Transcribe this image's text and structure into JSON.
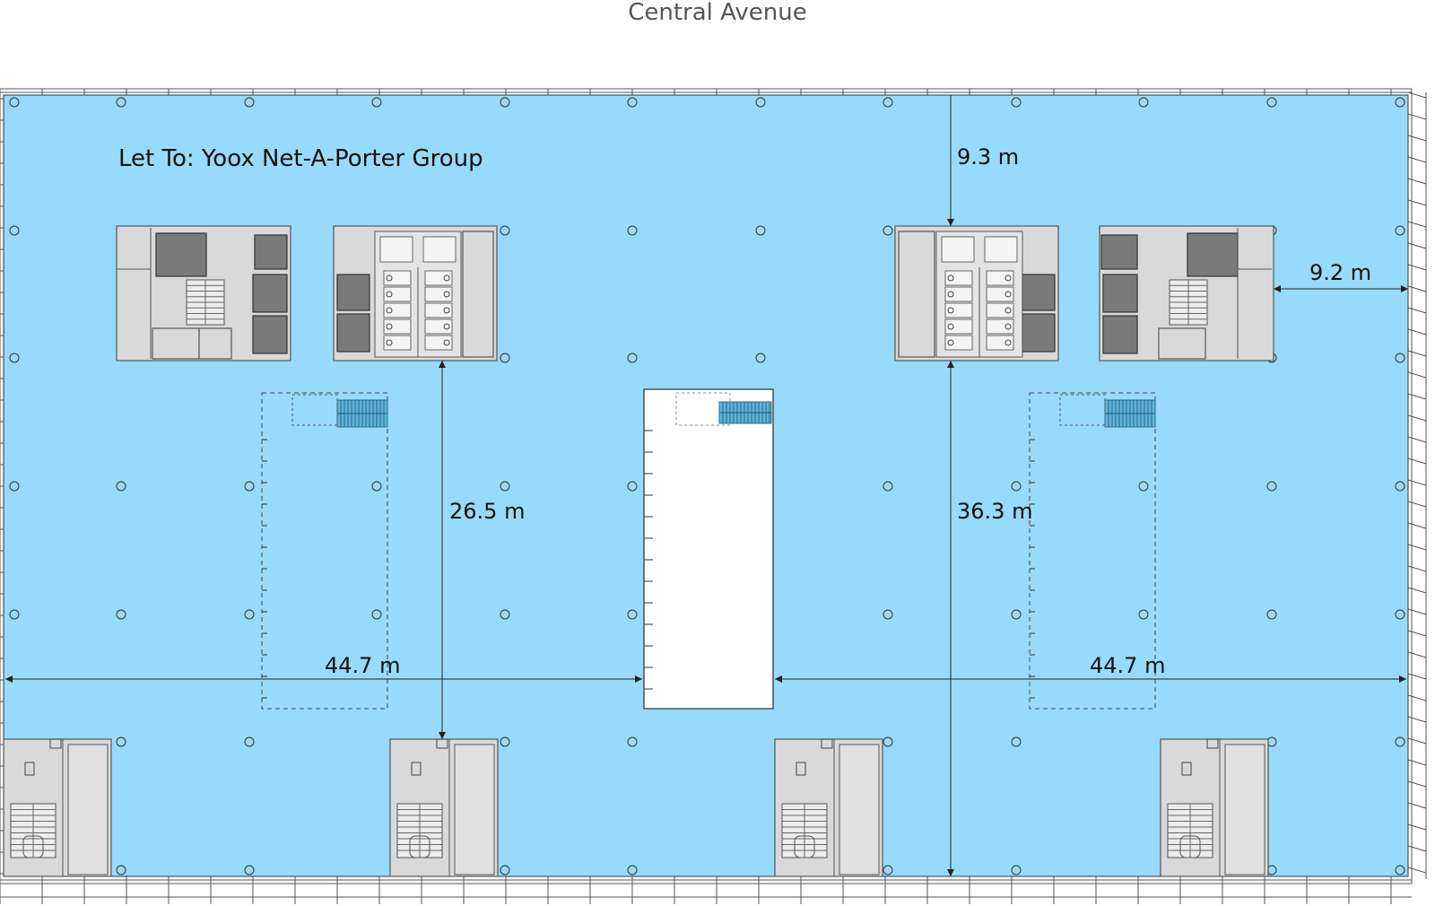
{
  "street_label": "Central Avenue",
  "tenant_label": "Let To: Yoox Net-A-Porter Group",
  "colors": {
    "floor": "#97dafc",
    "core": "#d9d9d9",
    "core_dark": "#7a7a7a",
    "stair_blue": "#5fb3d9",
    "line": "#222222"
  },
  "dimensions": {
    "top_core_to_facade": "9.3 m",
    "east_core_to_facade": "9.2 m",
    "west_core_depth": "26.5 m",
    "east_core_depth": "36.3 m",
    "west_span": "44.7 m",
    "east_span": "44.7 m"
  },
  "icons": [
    "column-marker-icon",
    "stair-icon",
    "lift-icon",
    "wc-icon"
  ]
}
